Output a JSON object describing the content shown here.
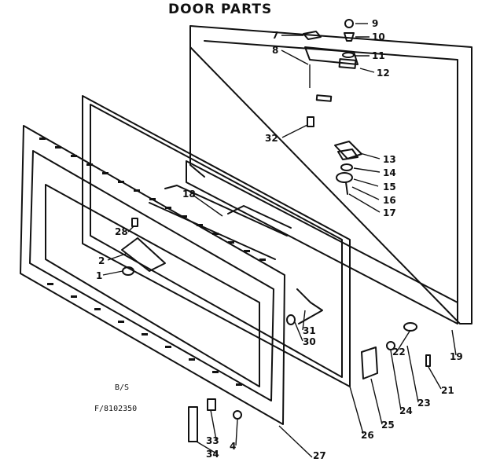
{
  "title": "DOOR PARTS",
  "codes": {
    "line1": "B/S",
    "line2": "F/8102350"
  },
  "callouts": {
    "c1": "1",
    "c2": "2",
    "c4": "4",
    "c7": "7",
    "c8": "8",
    "c9": "9",
    "c10": "10",
    "c11": "11",
    "c12": "12",
    "c13": "13",
    "c14": "14",
    "c15": "15",
    "c16": "16",
    "c17": "17",
    "c18": "18",
    "c19": "19",
    "c21": "21",
    "c22": "22",
    "c23": "23",
    "c24": "24",
    "c25": "25",
    "c26": "26",
    "c27": "27",
    "c28": "28",
    "c30": "30",
    "c31": "31",
    "c32": "32",
    "c33": "33",
    "c34": "34"
  }
}
